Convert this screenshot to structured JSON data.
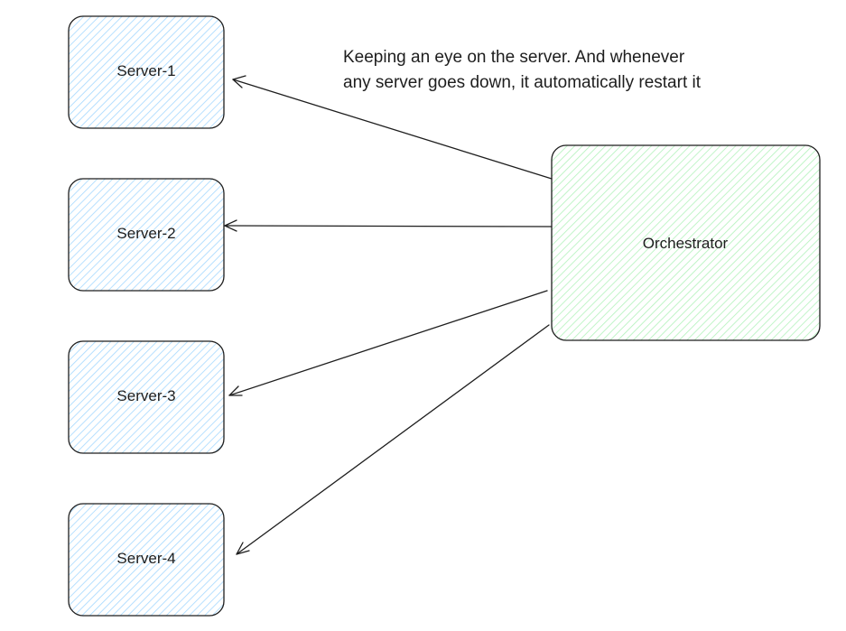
{
  "annotation": {
    "line1": "Keeping an eye on the server. And whenever",
    "line2": "any server goes down, it automatically restart it"
  },
  "nodes": {
    "orchestrator": {
      "label": "Orchestrator"
    },
    "servers": [
      {
        "label": "Server-1"
      },
      {
        "label": "Server-2"
      },
      {
        "label": "Server-3"
      },
      {
        "label": "Server-4"
      }
    ]
  },
  "colors": {
    "server_fill": "#a5d8ff",
    "orchestrator_fill": "#b2f2bb",
    "stroke": "#1e1e1e"
  }
}
